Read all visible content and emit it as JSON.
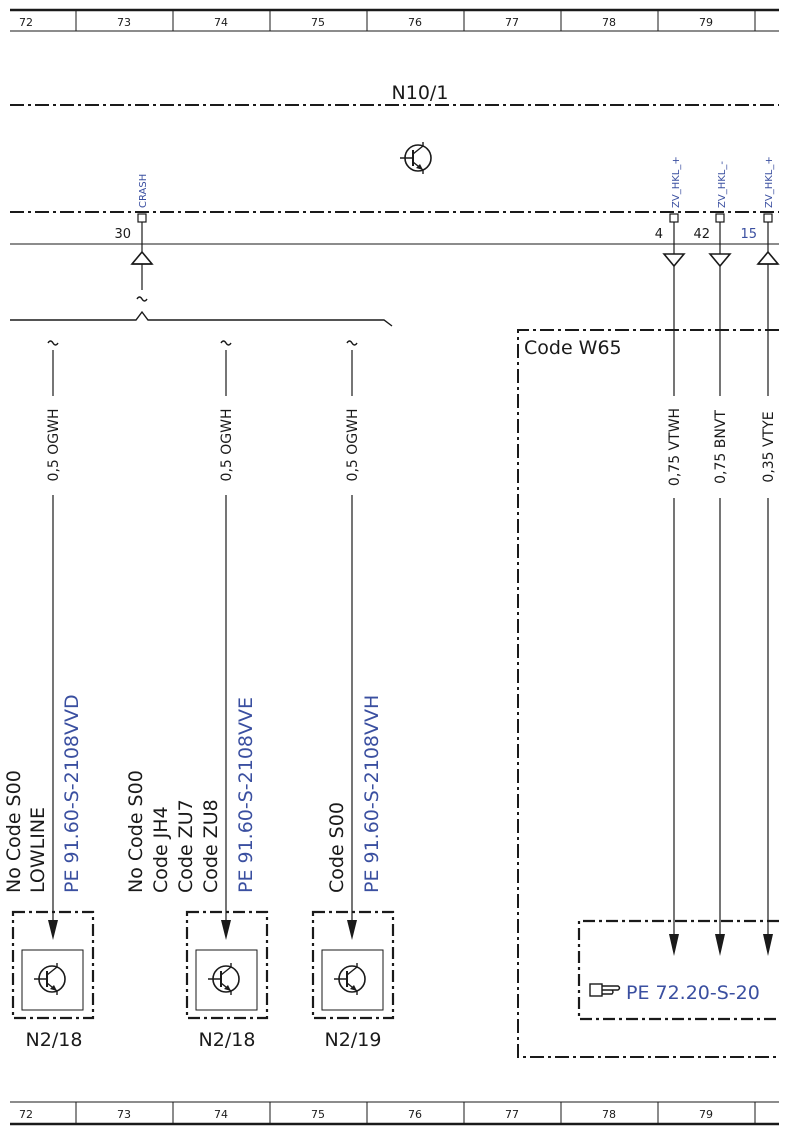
{
  "ruler": {
    "columns": [
      "72",
      "73",
      "74",
      "75",
      "76",
      "77",
      "78",
      "79"
    ]
  },
  "module": {
    "name": "N10/1",
    "pin_crash": "CRASH",
    "pin_zv1": "ZV_HKL_+",
    "pin_zv2": "ZV_HKL_-",
    "pin_zv3": "ZV_HKL_+",
    "pin_num_30": "30",
    "pin_num_4": "4",
    "pin_num_42": "42",
    "pin_num_15": "15"
  },
  "wires": {
    "w1": "0,5 OGWH",
    "w2": "0,5 OGWH",
    "w3": "0,5 OGWH",
    "w4": "0,75 VTWH",
    "w5": "0,75 BNVT",
    "w6": "0,35 VTYE"
  },
  "codes": {
    "col1_line1": "No Code S00",
    "col1_line2": "LOWLINE",
    "col1_ref": "PE 91.60-S-2108VVD",
    "col2_line1": "No Code S00",
    "col2_line2": "Code JH4",
    "col2_line3": "Code ZU7",
    "col2_line4": "Code ZU8",
    "col2_ref": "PE 91.60-S-2108VVE",
    "col3_line1": "Code S00",
    "col3_ref": "PE 91.60-S-2108VVH",
    "w65": "Code W65"
  },
  "components": {
    "c1": "N2/18",
    "c2": "N2/18",
    "c3": "N2/19"
  },
  "reference": {
    "pe_ref": "PE 72.20-S-20"
  },
  "colors": {
    "ink": "#1a1a1a",
    "label_blue": "#3a4fa0",
    "background": "#ffffff"
  }
}
